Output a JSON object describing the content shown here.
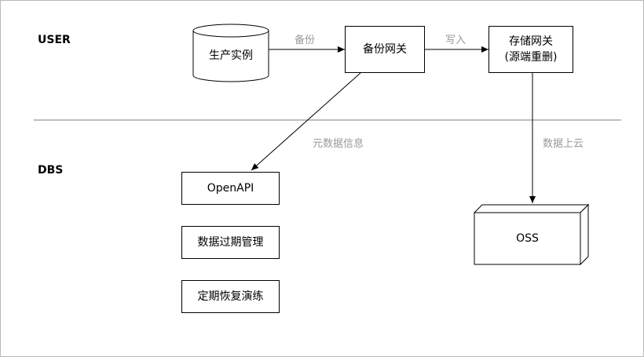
{
  "lanes": {
    "user": "USER",
    "dbs": "DBS"
  },
  "nodes": {
    "production_instance": "生产实例",
    "backup_gateway": "备份网关",
    "storage_gateway": "存储网关\n(源端重删)",
    "openapi": "OpenAPI",
    "data_expiry": "数据过期管理",
    "restore_drill": "定期恢复演练",
    "oss": "OSS"
  },
  "edges": {
    "backup": "备份",
    "write": "写入",
    "metadata": "元数据信息",
    "to_cloud": "数据上云"
  }
}
